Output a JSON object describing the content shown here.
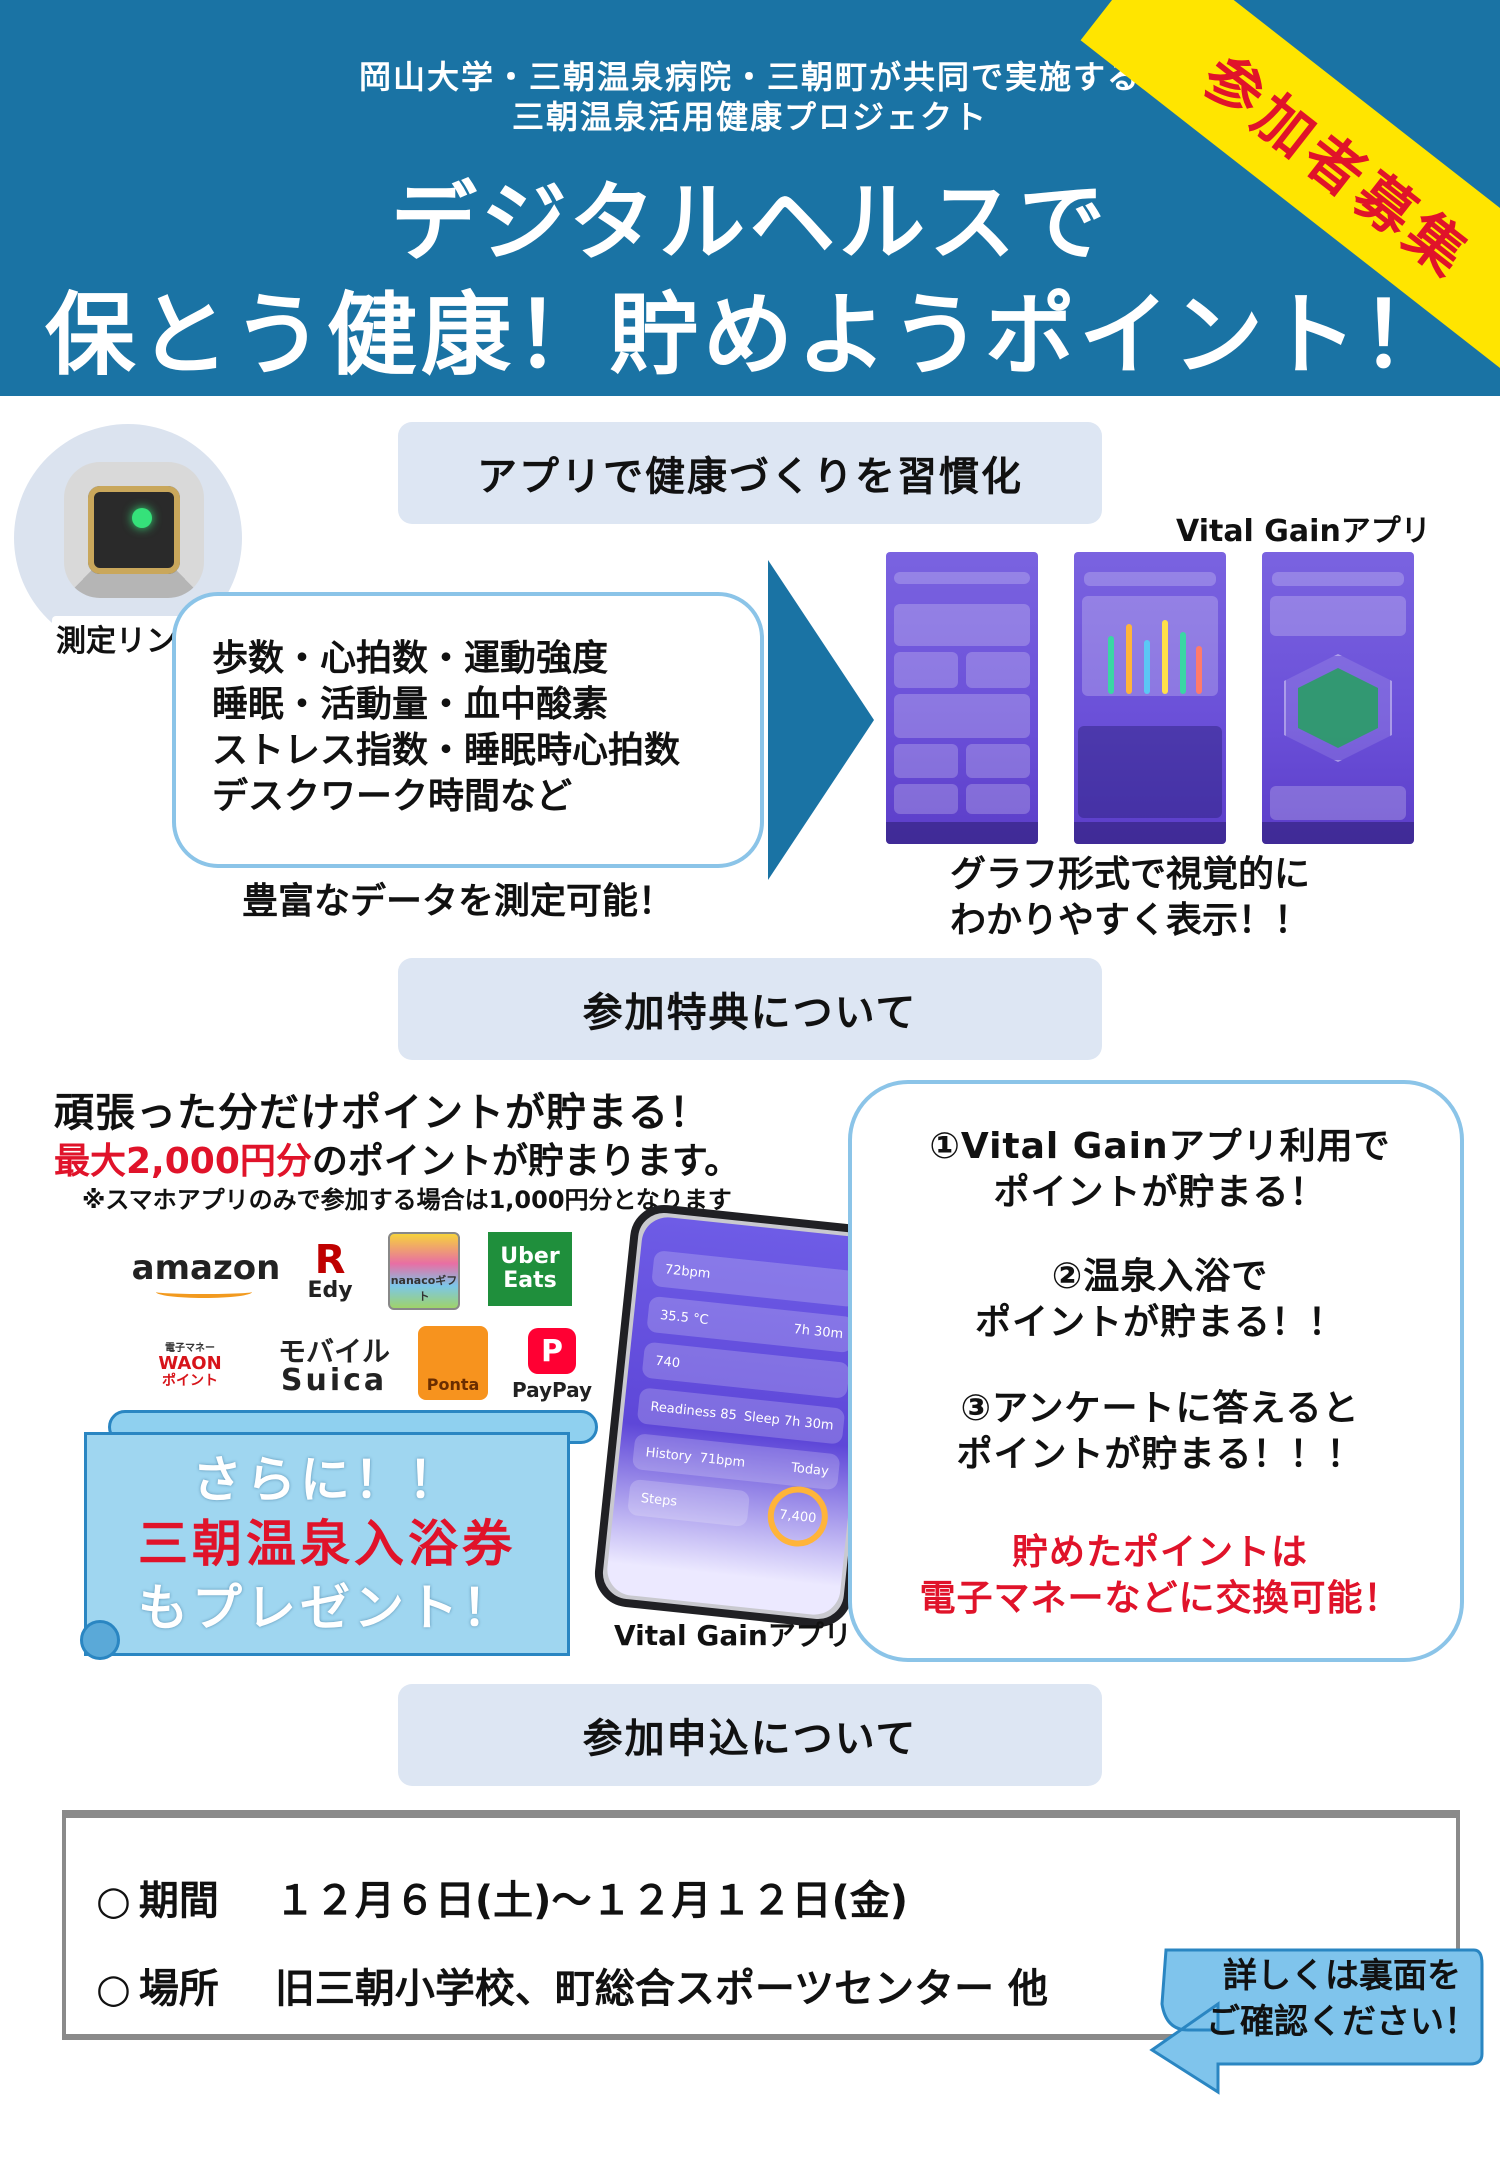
{
  "header": {
    "org_line1": "岡山大学・三朝温泉病院・三朝町が共同で実施する",
    "org_line2": "三朝温泉活用健康プロジェクト",
    "headline_line1": "デジタルヘルスで",
    "headline_line2": "保とう健康！貯めようポイント！",
    "ribbon": "参加者募集",
    "bg_color": "#1a73a4",
    "ribbon_color": "#ffe500",
    "ribbon_text_color": "#e0132a"
  },
  "section1": {
    "title": "アプリで健康づくりを習慣化",
    "ring_label": "測定リング",
    "data_lines": [
      "歩数・心拍数・運動強度",
      "睡眠・活動量・血中酸素",
      "ストレス指数・睡眠時心拍数",
      "デスクワーク時間など"
    ],
    "data_caption": "豊富なデータを測定可能！",
    "app_label": "Vital Gainアプリ",
    "graph_caption_line1": "グラフ形式で視覚的に",
    "graph_caption_line2": "わかりやすく表示！！"
  },
  "section2": {
    "title": "参加特典について",
    "headline": "頑張った分だけポイントが貯まる！",
    "max_points": "最大2,000円分",
    "max_points_suffix": "のポイントが貯まります。",
    "note": "※スマホアプリのみで参加する場合は1,000円分となります",
    "logos": {
      "amazon": "amazon",
      "edy_r": "R",
      "edy": "Edy",
      "nanaco": "nanacoギフト",
      "uber_line1": "Uber",
      "uber_line2": "Eats",
      "waon_small": "電子マネー",
      "waon": "WAON",
      "waon_pt": "ポイント",
      "suica_top": "モバイル",
      "suica": "Suica",
      "ponta": "Ponta",
      "paypay_icon": "P",
      "paypay": "PayPay"
    },
    "scroll_line1": "さらに！！",
    "scroll_line2": "三朝温泉入浴券",
    "scroll_line3": "もプレゼント！",
    "phone_label": "Vital Gainアプリ",
    "phone_screen": {
      "hr": "72bpm",
      "temp": "35.5 °C",
      "sleep_time": "7h 30m",
      "steps_small": "740",
      "readiness": "Readiness 85",
      "sleep": "Sleep 7h 30m",
      "history": "History",
      "history_hr": "71bpm",
      "today": "Today",
      "steps": "Steps",
      "steps_value": "7,400"
    },
    "points": {
      "p1_line1": "①Vital Gainアプリ利用で",
      "p1_line2": "ポイントが貯まる！",
      "p2_line1": "②温泉入浴で",
      "p2_line2": "ポイントが貯まる！！",
      "p3_line1": "③アンケートに答えると",
      "p3_line2": "ポイントが貯まる！！！",
      "red_line1": "貯めたポイントは",
      "red_line2": "電子マネーなどに交換可能！"
    }
  },
  "section3": {
    "title": "参加申込について",
    "period_label": "期間",
    "period_value": "１２月６日(土)～１２月１２日(金)",
    "place_label": "場所",
    "place_value": "旧三朝小学校、町総合スポーツセンター 他",
    "bullet": "○",
    "cta_line1": "詳しくは裏面を",
    "cta_line2": "ご確認ください！"
  }
}
